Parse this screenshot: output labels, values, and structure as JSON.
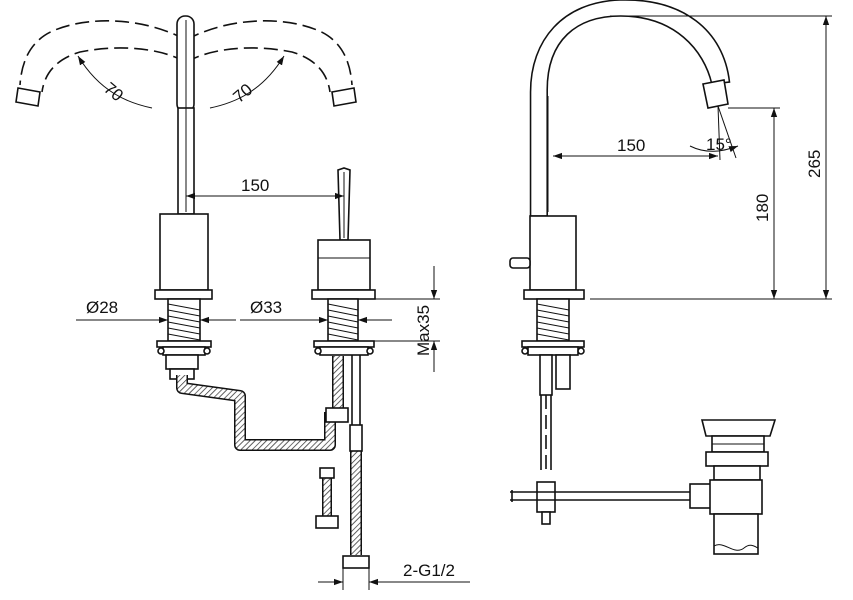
{
  "dimensions": {
    "swivel_left": "70",
    "swivel_right": "70",
    "spacing_front": "150",
    "diameter_spout": "Ø28",
    "diameter_handle": "Ø33",
    "max_deck": "Max35",
    "connection": "2-G1/2",
    "reach_side": "150",
    "angle": "15°",
    "height_outlet": "180",
    "height_total": "265"
  }
}
